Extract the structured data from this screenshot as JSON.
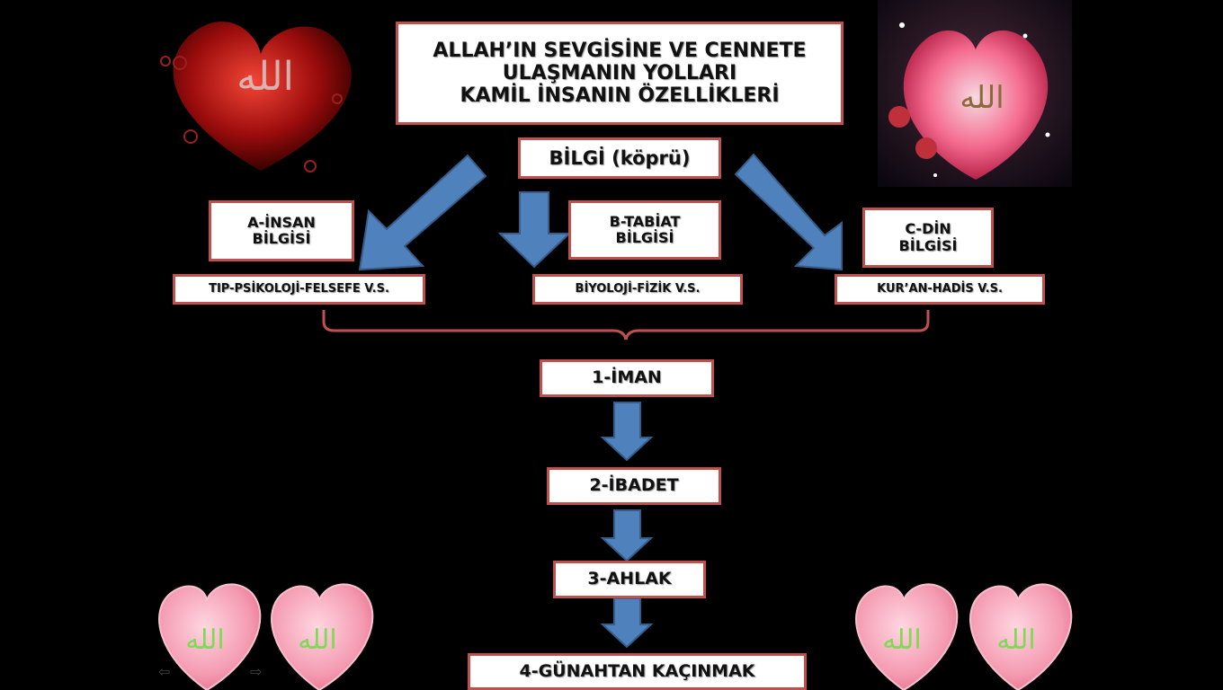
{
  "title": {
    "line1": "ALLAH’IN SEVGİSİNE VE CENNETE",
    "line2": "ULAŞMANIN YOLLARI",
    "line3": "KAMİL İNSANIN ÖZELLİKLERİ"
  },
  "root": {
    "label": "BİLGİ (köprü)"
  },
  "categories": [
    {
      "line1": "A-İNSAN",
      "line2": "BİLGİSİ",
      "sub": "TIP-PSİKOLOJİ-FELSEFE V.S."
    },
    {
      "line1": "B-TABİAT",
      "line2": "BİLGİSİ",
      "sub": "BİYOLOJİ-FİZİK V.S."
    },
    {
      "line1": "C-DİN",
      "line2": "BİLGİSİ",
      "sub": "KUR’AN-HADİS  V.S."
    }
  ],
  "steps": [
    {
      "label": "1-İMAN"
    },
    {
      "label": "2-İBADET"
    },
    {
      "label": "3-AHLAK"
    },
    {
      "label": "4-GÜNAHTAN KAÇINMAK"
    }
  ],
  "decor": {
    "heart_calligraphy": "الله"
  },
  "colors": {
    "arrow_fill": "#4f81bd",
    "arrow_stroke": "#385d8a",
    "box_border": "#c0504d",
    "bracket": "#c0504d",
    "heart_pink": "#f7a6b8"
  }
}
